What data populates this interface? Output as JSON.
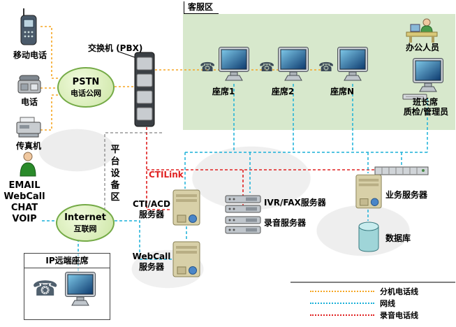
{
  "regions": {
    "customer_service": "客服区",
    "platform": [
      "平",
      "台",
      "设",
      "备",
      "区"
    ]
  },
  "devices": {
    "mobile_phone": "移动电话",
    "phone": "电话",
    "fax": "传真机",
    "pbx": "交换机 (PBX)"
  },
  "clouds": {
    "pstn_title": "PSTN",
    "pstn_sub": "电话公网",
    "internet_title": "Internet",
    "internet_sub": "互联网"
  },
  "service_area": {
    "office_staff": "办公人员",
    "agent1": "座席1",
    "agent2": "座席2",
    "agentN": "座席N",
    "supervisor_line1": "班长席",
    "supervisor_line2": "质检/管理员"
  },
  "platform": {
    "ctilink": "CTILink",
    "cti_acd_1": "CTI/ACD",
    "cti_acd_2": "服务器",
    "webcall_1": "WebCall",
    "webcall_2": "服务器",
    "ivr_fax": "IVR/FAX服务器",
    "recording": "录音服务器",
    "business": "业务服务器",
    "database": "数据库"
  },
  "internet_side": {
    "channels": [
      "EMAIL",
      "WebCall",
      "CHAT",
      "VOIP"
    ],
    "remote_title": "IP远端座席"
  },
  "legend": {
    "items": [
      {
        "label": "分机电话线",
        "color": "#f5a623"
      },
      {
        "label": "网线",
        "color": "#1ab0d8"
      },
      {
        "label": "录音电话线",
        "color": "#e02020"
      }
    ]
  }
}
